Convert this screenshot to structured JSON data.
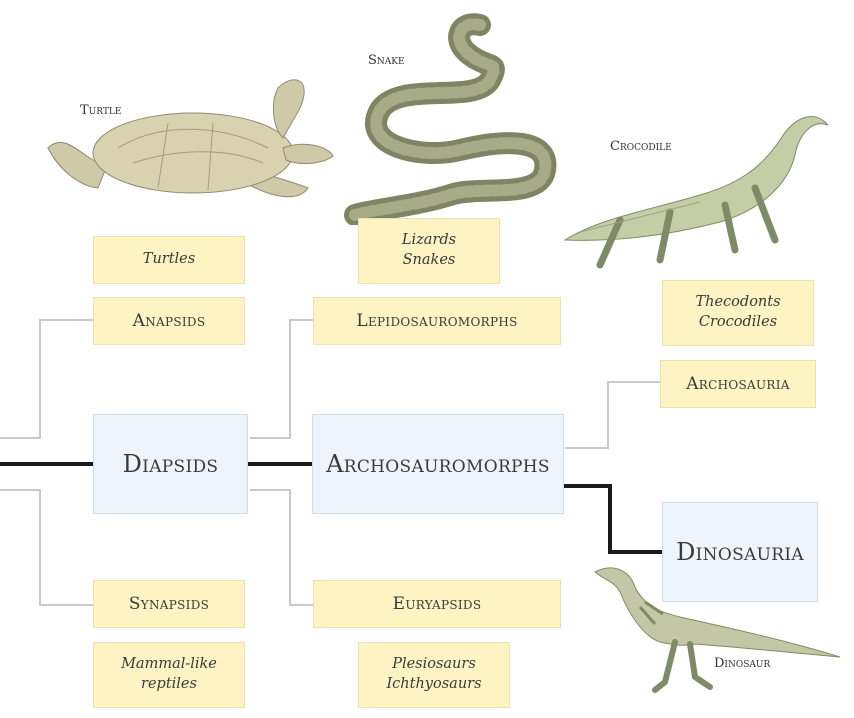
{
  "animal_labels": {
    "turtle": "Turtle",
    "snake": "Snake",
    "crocodile": "Crocodile",
    "dinosaur": "Dinosaur"
  },
  "groups": {
    "anapsids": "Anapsids",
    "synapsids": "Synapsids",
    "diapsids": "Diapsids",
    "lepidosauromorphs": "Lepidosauromorphs",
    "archosauromorphs": "Archosauromorphs",
    "euryapsids": "Euryapsids",
    "archosauria": "Archosauria",
    "dinosauria": "Dinosauria"
  },
  "examples": {
    "turtles": [
      "Turtles"
    ],
    "lizards_snakes": [
      "Lizards",
      "Snakes"
    ],
    "thecodonts_crocodiles": [
      "Thecodonts",
      "Crocodiles"
    ],
    "mammal_like": [
      "Mammal-like",
      "reptiles"
    ],
    "plesiosaurs": [
      "Plesiosaurs",
      "Ichthyosaurs"
    ]
  },
  "colors": {
    "example_box": "#fdf3c3",
    "highlight_box": "#eef4fb",
    "main_line": "#1a1a1a",
    "branch_line": "#c8c8c8"
  }
}
